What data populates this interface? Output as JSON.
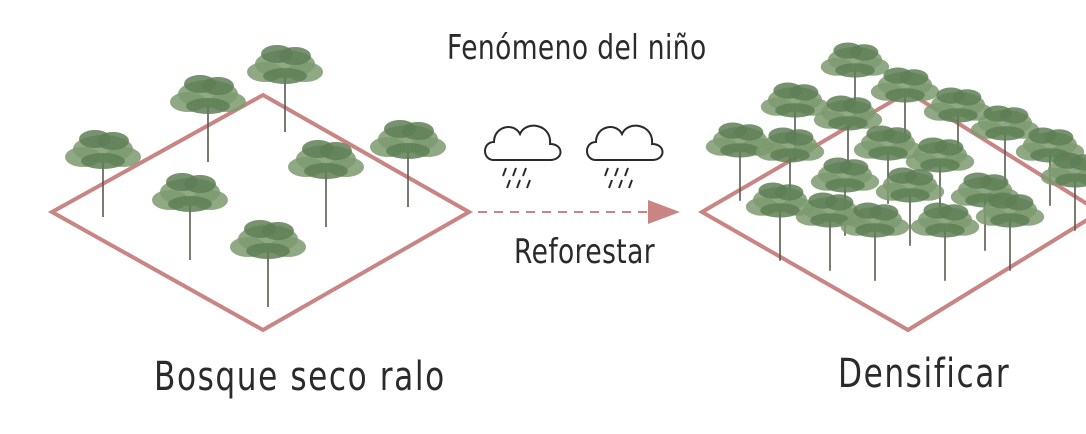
{
  "diagram": {
    "top_label": "Fenómeno del niño",
    "arrow_label": "Reforestar",
    "left_label": "Bosque seco ralo",
    "right_label": "Densificar",
    "icons": {
      "rain_cloud": "rain-cloud-icon",
      "tree": "tree-icon",
      "arrow": "dashed-arrow"
    },
    "colors": {
      "plot_border": "#c98484",
      "arrow": "#c98484",
      "foliage": "#7d9a6f",
      "foliage_dark": "#5e7f55",
      "trunk": "#5a5a4e",
      "text": "#2a2a2a"
    }
  }
}
